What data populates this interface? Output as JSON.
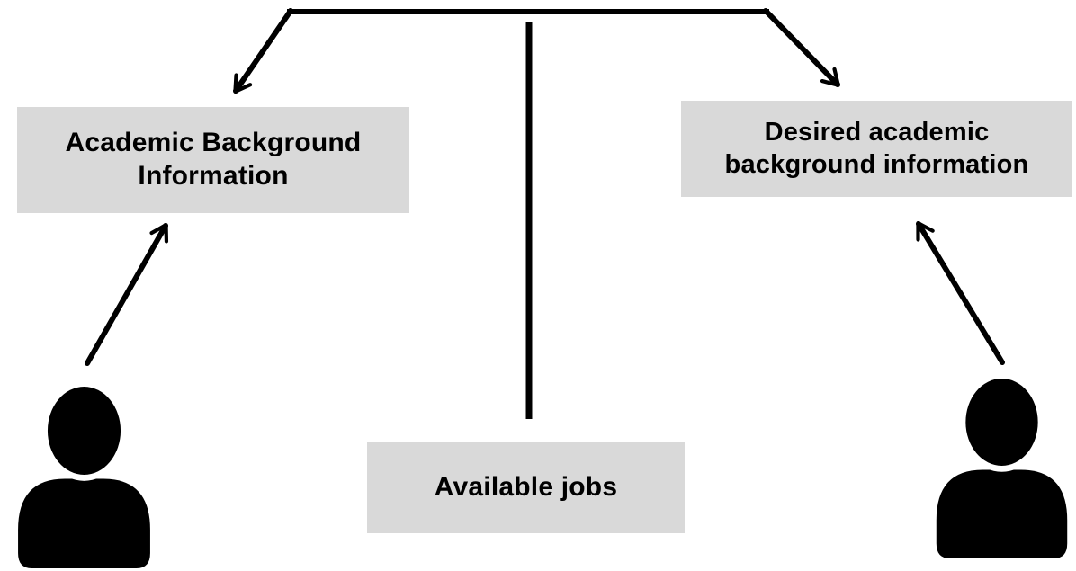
{
  "diagram": {
    "type": "flow-diagram",
    "colors": {
      "background": "#ffffff",
      "node_fill": "#d9d9d9",
      "text": "#000000",
      "line": "#000000"
    },
    "nodes": [
      {
        "id": "academic-background",
        "label": "Academic Background Information"
      },
      {
        "id": "desired-academic-background",
        "label": "Desired academic background information"
      },
      {
        "id": "available-jobs",
        "label": "Available jobs"
      }
    ],
    "icons": [
      {
        "name": "person-icon",
        "position": "bottom-left"
      },
      {
        "name": "person-icon",
        "position": "bottom-right"
      }
    ],
    "edges": [
      {
        "from": "top-junction",
        "to": "academic-background",
        "arrow": true
      },
      {
        "from": "top-junction",
        "to": "desired-academic-background",
        "arrow": true
      },
      {
        "from": "top-junction",
        "to": "available-jobs",
        "arrow": false
      },
      {
        "from": "left-person",
        "to": "academic-background",
        "arrow": true
      },
      {
        "from": "right-person",
        "to": "desired-academic-background",
        "arrow": true
      }
    ]
  }
}
